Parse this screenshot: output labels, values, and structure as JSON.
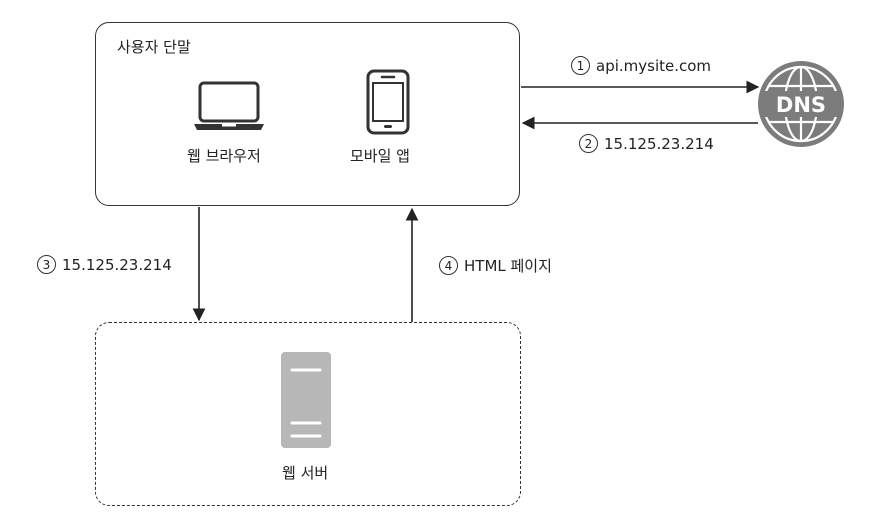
{
  "client": {
    "title": "사용자 단말",
    "web_browser_label": "웹 브라우저",
    "mobile_app_label": "모바일 앱"
  },
  "server": {
    "label": "웹 서버"
  },
  "dns": {
    "label": "DNS"
  },
  "steps": [
    {
      "num": "1",
      "text": "api.mysite.com"
    },
    {
      "num": "2",
      "text": "15.125.23.214"
    },
    {
      "num": "3",
      "text": "15.125.23.214"
    },
    {
      "num": "4",
      "text": "HTML 페이지"
    }
  ]
}
